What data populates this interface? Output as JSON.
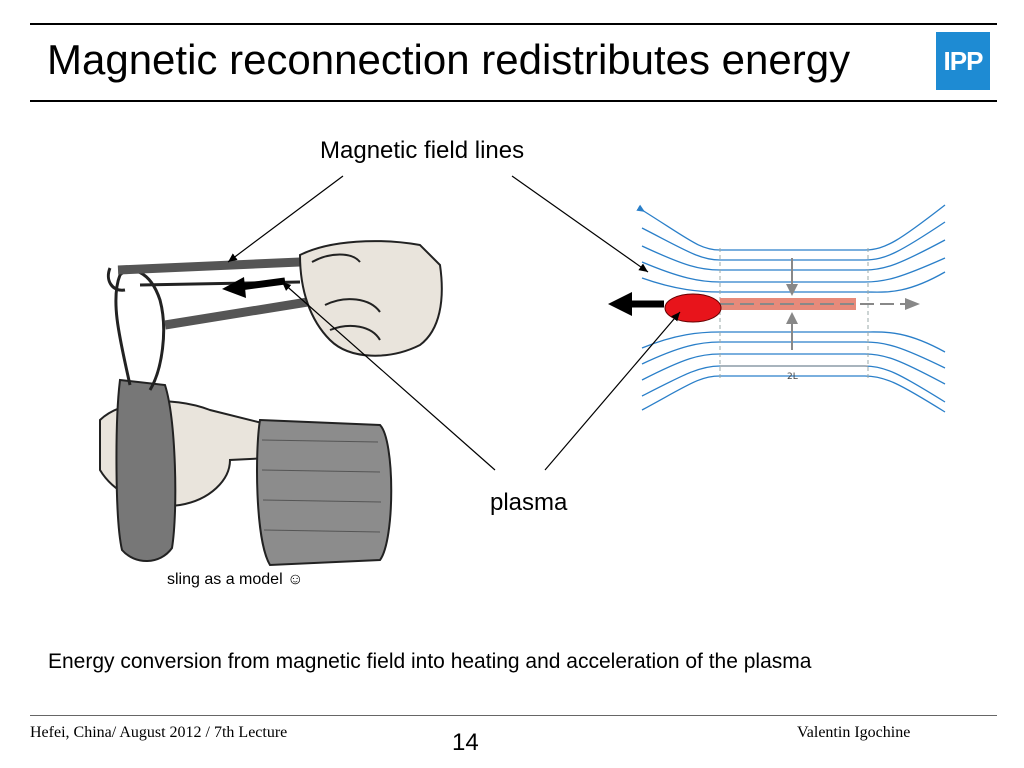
{
  "slide": {
    "title": "Magnetic reconnection redistributes energy",
    "logo_text": "IPP"
  },
  "labels": {
    "field_lines": "Magnetic field lines",
    "plasma": "plasma",
    "sling_caption": "sling as a model ☺",
    "diagram_length": "2L"
  },
  "body": {
    "conclusion": "Energy conversion from magnetic field into heating and acceleration of the plasma"
  },
  "footer": {
    "left": "Hefei, China/ August 2012 / 7th Lecture",
    "page": "14",
    "right": "Valentin Igochine"
  },
  "colors": {
    "field_line": "#2a7fc9",
    "plasma_blob": "#e8141b",
    "current_sheet": "#e78a7a",
    "logo": "#1e8bd3"
  }
}
